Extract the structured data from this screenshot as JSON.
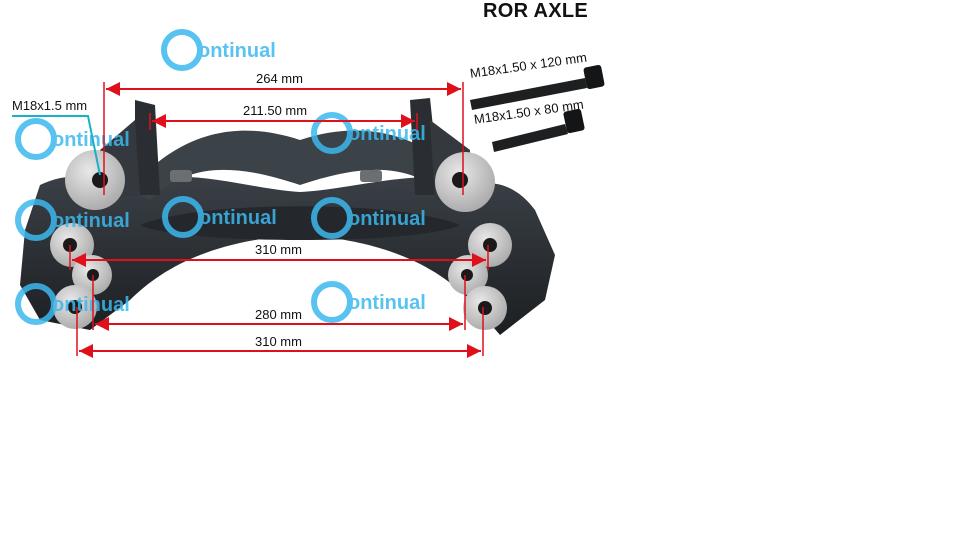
{
  "title": "ROR AXLE",
  "watermark_text": "ontinual",
  "labels": {
    "thread": "M18x1.5 mm",
    "dim_264": "264 mm",
    "dim_211": "211.50 mm",
    "dim_310_top": "310 mm",
    "dim_280": "280 mm",
    "dim_310_bottom": "310 mm",
    "bolt_long": "M18x1.50 x 120 mm",
    "bolt_short": "M18x1.50 x 80 mm"
  },
  "colors": {
    "dimension_line": "#e0101a",
    "callout_line": "#1ab0c8",
    "part_body": "#2b2f33",
    "bushing": "#c8c8c8",
    "watermark": "#3cb8ee"
  }
}
